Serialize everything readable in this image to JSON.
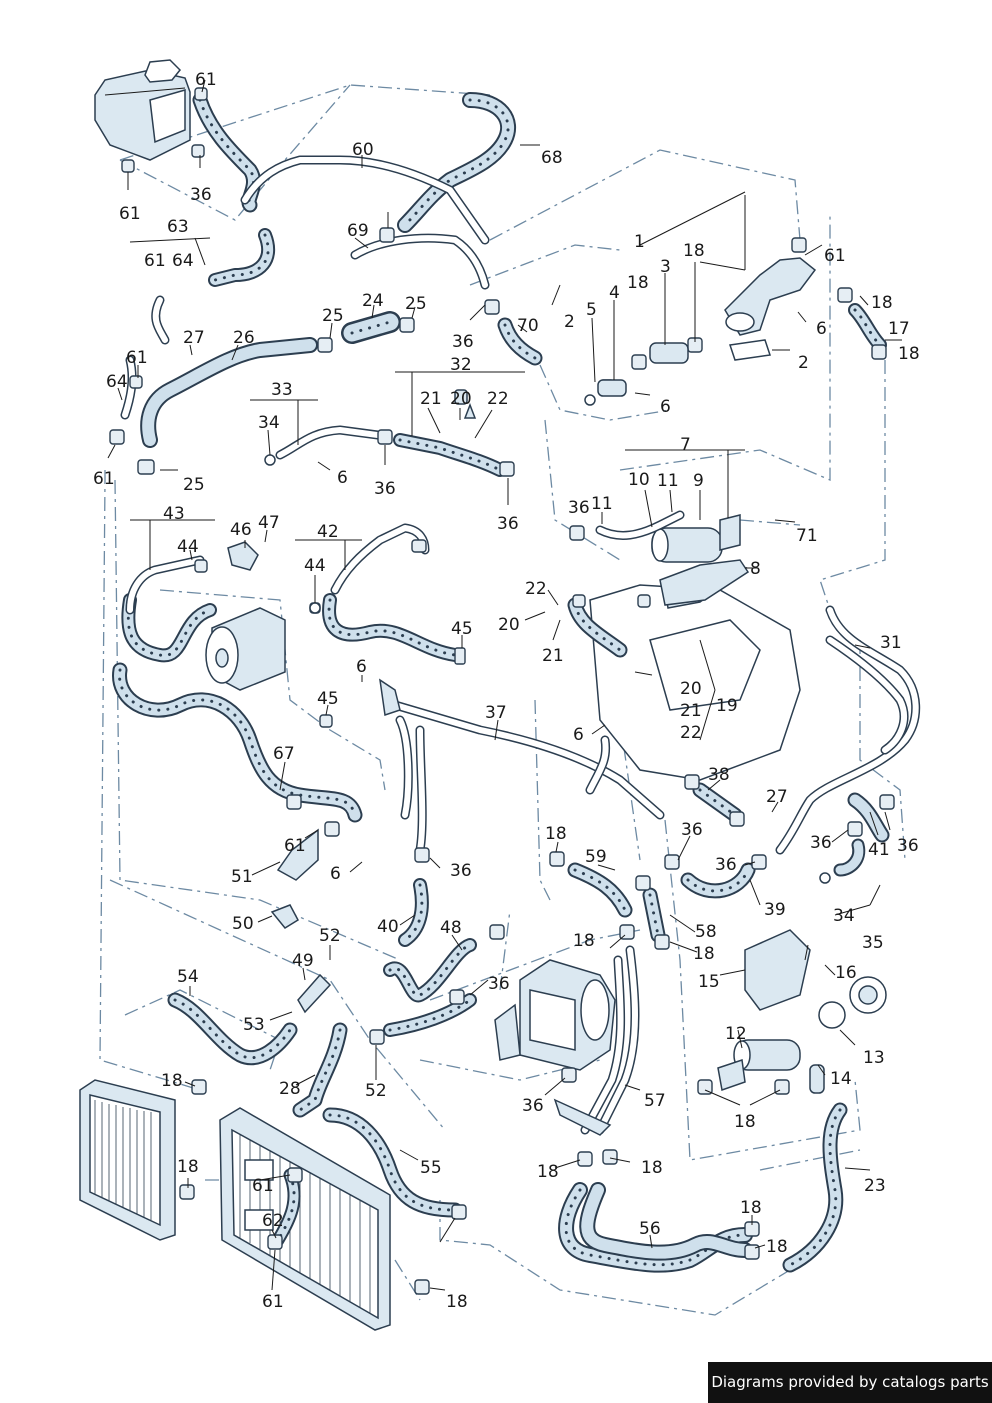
{
  "footer": {
    "text": "Diagrams provided by catalogs parts"
  },
  "labels": [
    "61",
    "68",
    "60",
    "36",
    "61",
    "69",
    "63",
    "61",
    "64",
    "1",
    "2",
    "3",
    "4",
    "5",
    "18",
    "61",
    "18",
    "17",
    "6",
    "18",
    "25",
    "24",
    "25",
    "36",
    "70",
    "2",
    "6",
    "18",
    "27",
    "26",
    "61",
    "64",
    "32",
    "21",
    "20",
    "22",
    "33",
    "34",
    "6",
    "36",
    "36",
    "61",
    "25",
    "7",
    "10",
    "11",
    "9",
    "36",
    "11",
    "71",
    "8",
    "43",
    "46",
    "47",
    "42",
    "44",
    "44",
    "22",
    "20",
    "21",
    "31",
    "45",
    "6",
    "20",
    "21",
    "19",
    "22",
    "45",
    "37",
    "6",
    "38",
    "27",
    "67",
    "36",
    "36",
    "36",
    "41",
    "36",
    "61",
    "51",
    "18",
    "59",
    "6",
    "36",
    "34",
    "39",
    "50",
    "40",
    "48",
    "58",
    "18",
    "18",
    "35",
    "52",
    "49",
    "15",
    "16",
    "54",
    "53",
    "36",
    "52",
    "12",
    "13",
    "14",
    "28",
    "18",
    "57",
    "36",
    "18",
    "18",
    "55",
    "61",
    "23",
    "18",
    "18",
    "62",
    "56",
    "18",
    "18",
    "61",
    "18"
  ]
}
